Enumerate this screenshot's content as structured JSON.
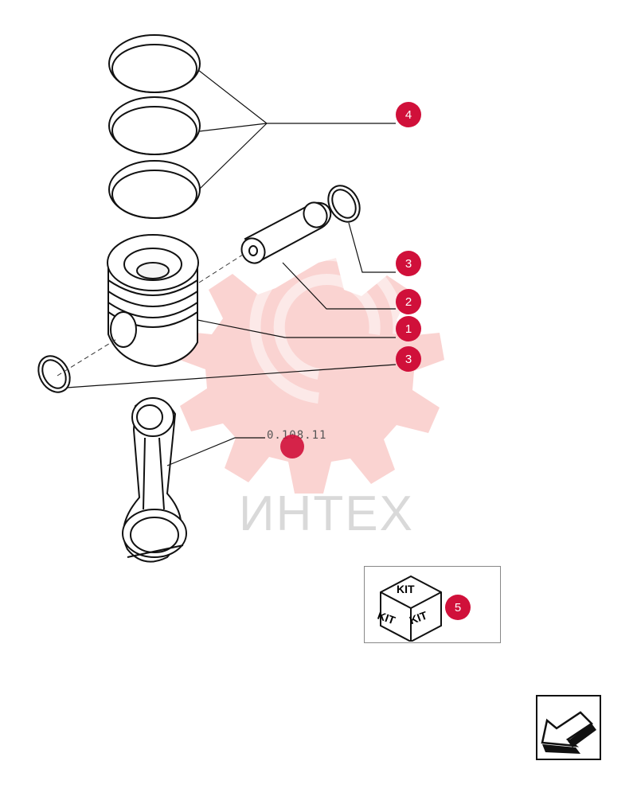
{
  "callouts": [
    {
      "id": "c4",
      "label": "4"
    },
    {
      "id": "c3a",
      "label": "3"
    },
    {
      "id": "c2",
      "label": "2"
    },
    {
      "id": "c1",
      "label": "1"
    },
    {
      "id": "c3b",
      "label": "3"
    },
    {
      "id": "c5",
      "label": "5"
    }
  ],
  "reference": {
    "text": "0.108.11"
  },
  "watermark": {
    "text": "ИНТЕХ",
    "color": "#e8352f"
  },
  "kit": {
    "top": "KIT",
    "left": "KIT",
    "right": "KIT"
  },
  "colors": {
    "accent": "#d0103a",
    "ink": "#111111"
  },
  "icons": {
    "nav": "back-arrow-icon"
  }
}
